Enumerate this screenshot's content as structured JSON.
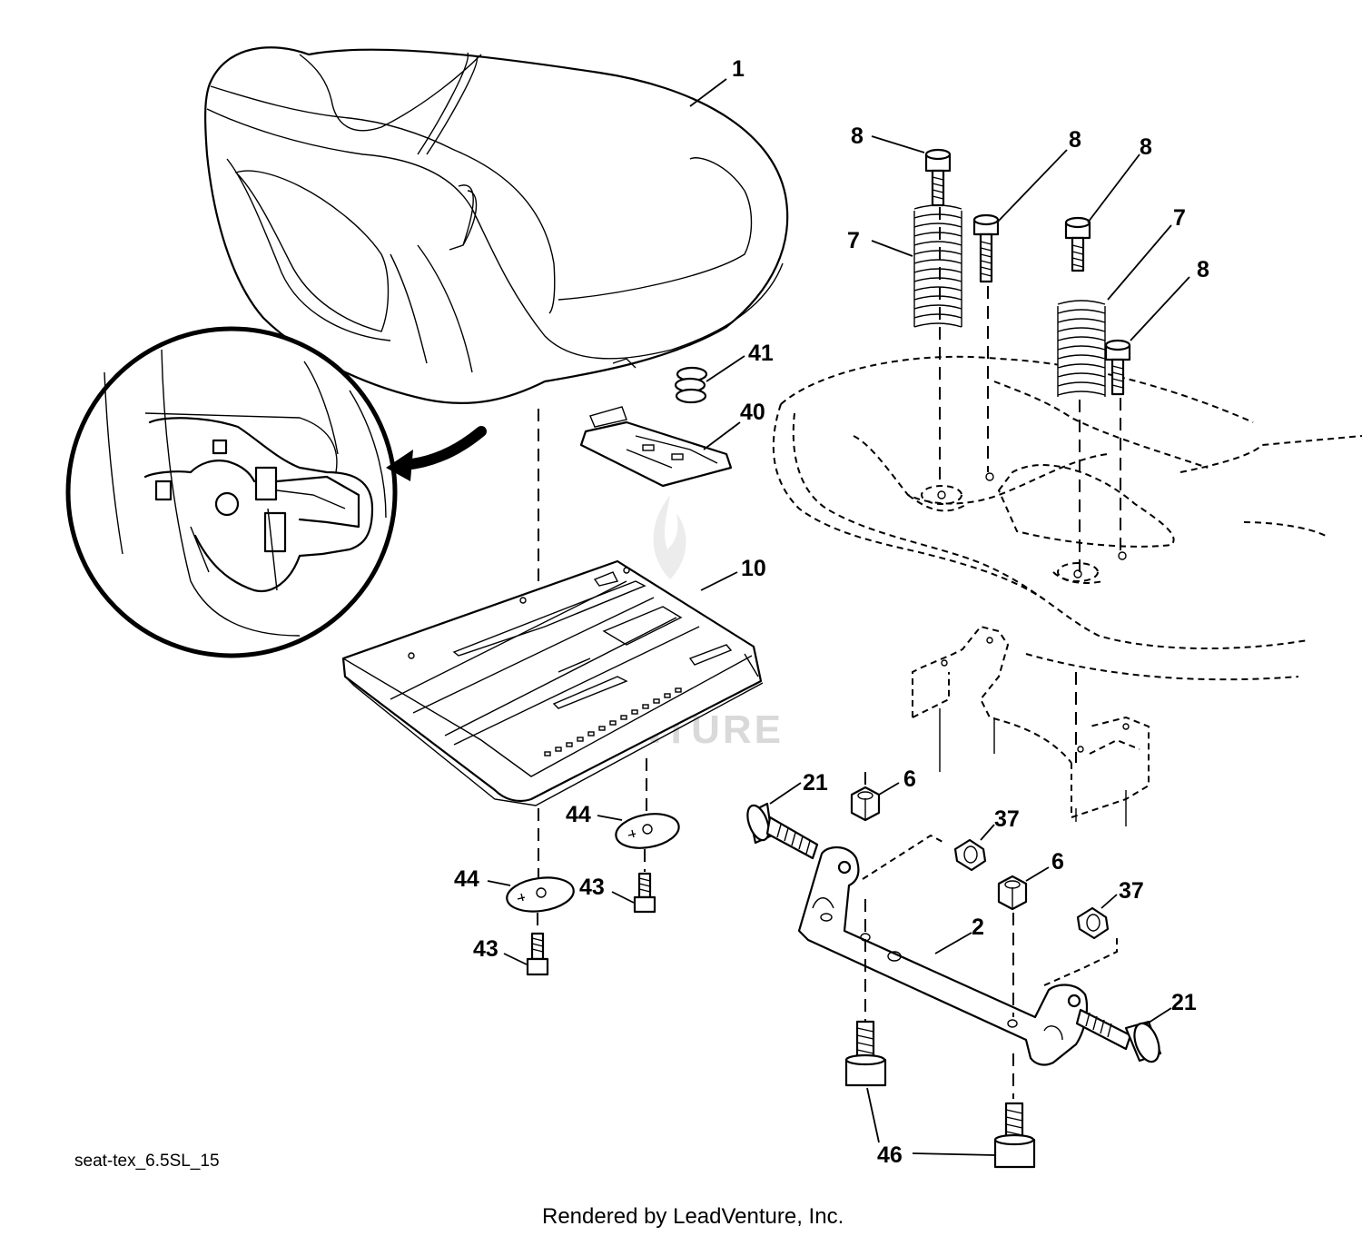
{
  "diagram": {
    "callouts": {
      "seat": "1",
      "bracket": "2",
      "nut_left": "6",
      "nut_right": "6",
      "spring_left": "7",
      "spring_right": "7",
      "bolt_a": "8",
      "bolt_b": "8",
      "bolt_c": "8",
      "bolt_d": "8",
      "pan": "10",
      "bolt21_left": "21",
      "bolt21_right": "21",
      "washer37_left": "37",
      "washer37_right": "37",
      "clip": "40",
      "spring41": "41",
      "screw43_left": "43",
      "screw43_right": "43",
      "washer44_left": "44",
      "washer44_right": "44",
      "bolt46": "46"
    },
    "caption": "seat-tex_6.5SL_15",
    "footer": "Rendered by LeadVenture, Inc.",
    "watermark": "LEADVENTURE"
  }
}
